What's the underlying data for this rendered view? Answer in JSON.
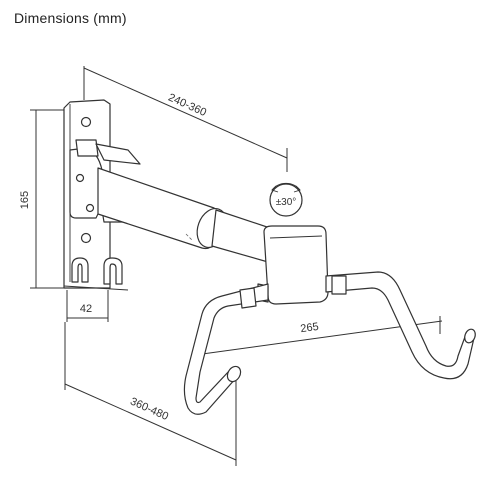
{
  "title": "Dimensions (mm)",
  "dimensions": {
    "arm_extension": "240-360",
    "height": "165",
    "wall_plate_width": "42",
    "total_depth": "360-480",
    "hook_width": "265",
    "tilt": "±30°"
  },
  "colors": {
    "line": "#333333",
    "background": "#ffffff"
  }
}
